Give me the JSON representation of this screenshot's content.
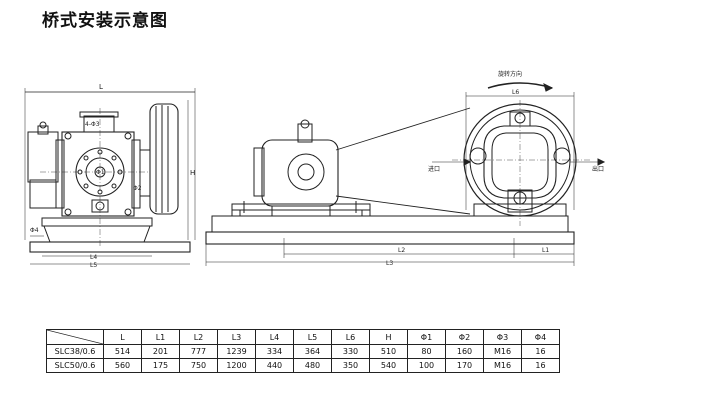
{
  "title": "桥式安装示意图",
  "drawing": {
    "rotation_label": "旋转方向",
    "inlet_label": "进口",
    "outlet_label": "出口",
    "dim_L": "L",
    "dim_H": "H",
    "dim_L1": "L1",
    "dim_L2": "L2",
    "dim_L3": "L3",
    "dim_L4": "L4",
    "dim_L5": "L5",
    "dim_L6": "L6",
    "dim_phi1": "Φ1",
    "dim_phi2": "Φ2",
    "dim_phi4": "Φ4",
    "dim_phi3_label": "4-Φ3"
  },
  "table": {
    "headers": [
      "L",
      "L1",
      "L2",
      "L3",
      "L4",
      "L5",
      "L6",
      "H",
      "Φ1",
      "Φ2",
      "Φ3",
      "Φ4"
    ],
    "rows": [
      {
        "model": "SLC38/0.6",
        "values": [
          "514",
          "201",
          "777",
          "1239",
          "334",
          "364",
          "330",
          "510",
          "80",
          "160",
          "M16",
          "16"
        ]
      },
      {
        "model": "SLC50/0.6",
        "values": [
          "560",
          "175",
          "750",
          "1200",
          "440",
          "480",
          "350",
          "540",
          "100",
          "170",
          "M16",
          "16"
        ]
      }
    ]
  }
}
